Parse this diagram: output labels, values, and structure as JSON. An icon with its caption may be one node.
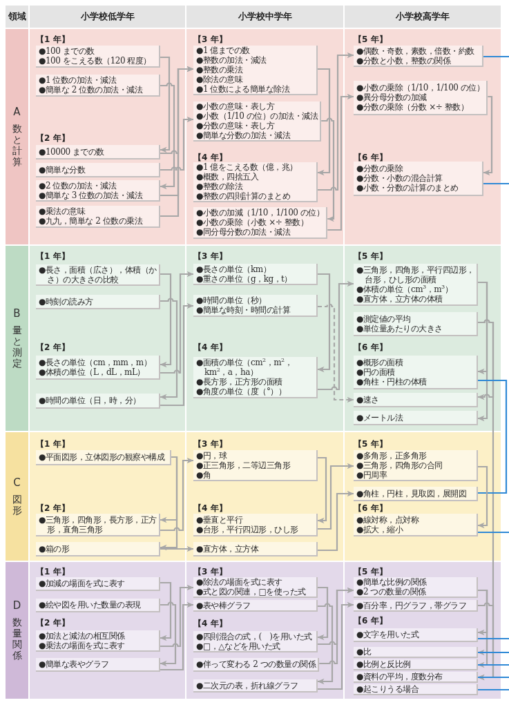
{
  "diagram": {
    "nodes": [
      {
        "text": [
          "領域"
        ]
      },
      {
        "text": [
          "小学校低学年"
        ]
      },
      {
        "text": [
          "小学校中学年"
        ]
      },
      {
        "text": [
          "小学校高学年"
        ]
      },
      {
        "text": [
          "A",
          "数と計算"
        ]
      },
      {
        "text": [
          "●100 までの数",
          "●100 をこえる数（120 程度）"
        ],
        "in": 4
      },
      {
        "text": [
          "●1 位数の加法・減法",
          "●簡単な 2 位数の加法・減法"
        ],
        "in": 4
      },
      {
        "text": [
          "●10000 までの数"
        ],
        "in": 4
      },
      {
        "text": [
          "●簡単な分数"
        ],
        "in": 4
      },
      {
        "text": [
          "●2 位数の加法・減法",
          "●簡単な 3 位数の加法・減法"
        ],
        "in": 4
      },
      {
        "text": [
          "●乗法の意味",
          "●九九，簡単な 2 位数の乗法"
        ],
        "in": 4
      },
      {
        "text": [
          "●1 億までの数",
          "●整数の加法・減法",
          "●整数の乗法",
          "●除法の意味",
          "●1 位数による簡単な除法"
        ],
        "in": 4
      },
      {
        "text": [
          "●小数の意味・表し方",
          "●小数（1/10 の位）の加法・減法",
          "●分数の意味・表し方",
          "●簡単な分数の加法・減法"
        ],
        "in": 4
      },
      {
        "text": [
          "●1 億をこえる数（億，兆）",
          "●概数，四捨五入",
          "●整数の除法",
          "●整数の四則計算のまとめ"
        ],
        "in": 4
      },
      {
        "text": [
          "●小数の加減（1/10，1/100 の位）",
          "●小数の乗除（小数 ×÷ 整数）",
          "●同分母分数の加法・減法"
        ],
        "in": 4
      },
      {
        "text": [
          "●偶数・奇数，素数，倍数・約数",
          "●分数と小数，整数の関係"
        ],
        "in": 4
      },
      {
        "text": [
          "●小数の乗除（1/10，1/100 の位）",
          "●異分母分数の加減",
          "●分数の乗除（分数 ×÷ 整数）"
        ],
        "in": 4
      },
      {
        "text": [
          "●分数の乗除",
          "●分数・小数の混合計算",
          "●小数・分数の計算のまとめ"
        ],
        "in": 4
      },
      {
        "text": [
          "B",
          "量と測定"
        ]
      },
      {
        "text": [
          "●長さ，面積（広さ），体積（かさ）の大きさの比較"
        ],
        "in": 18
      },
      {
        "text": [
          "●時刻の読み方"
        ],
        "in": 18
      },
      {
        "text": [
          "●長さの単位（cm，mm，m）",
          "●体積の単位（L，dL，mL）"
        ],
        "in": 18
      },
      {
        "text": [
          "●時間の単位（日，時，分）"
        ],
        "in": 18
      },
      {
        "text": [
          "●長さの単位（km）",
          "●重さの単位（g，kg，t）"
        ],
        "in": 18
      },
      {
        "text": [
          "●時間の単位（秒）",
          "●簡単な時刻・時間の計算"
        ],
        "in": 18
      },
      {
        "text": [
          "●面積の単位（cm$^{2}$，m$^{2}$，km$^{2}$，a，ha）",
          "●長方形，正方形の面積",
          "●角度の単位（度（°））"
        ],
        "in": 18
      },
      {
        "text": [
          "●三角形，四角形，平行四辺形，台形，ひし形の面積",
          "●体積の単位（cm$^{3}$，m$^{3}$）",
          "●直方体，立方体の体積"
        ],
        "in": 18
      },
      {
        "text": [
          "●測定値の平均",
          "●単位量あたりの大きさ"
        ],
        "in": 18
      },
      {
        "text": [
          "●概形の面積",
          "●円の面積",
          "●角柱・円柱の体積"
        ],
        "in": 18
      },
      {
        "text": [
          "●速さ"
        ],
        "in": 18
      },
      {
        "text": [
          "●メートル法"
        ],
        "in": 18
      },
      {
        "text": [
          "C",
          "図形"
        ]
      },
      {
        "text": [
          "●平面図形，立体図形の観察や構成"
        ],
        "in": 31
      },
      {
        "text": [
          "●三角形，四角形，長方形，正方形，直角三角形"
        ],
        "in": 31
      },
      {
        "text": [
          "●箱の形"
        ],
        "in": 31
      },
      {
        "text": [
          "●円，球",
          "●正三角形，二等辺三角形",
          "●角"
        ],
        "in": 31
      },
      {
        "text": [
          "●垂直と平行",
          "●台形，平行四辺形，ひし形"
        ],
        "in": 31
      },
      {
        "text": [
          "●直方体，立方体"
        ],
        "in": 31
      },
      {
        "text": [
          "●多角形，正多角形",
          "●三角形，四角形の合同",
          "●円周率"
        ],
        "in": 31
      },
      {
        "text": [
          "●角柱，円柱，見取図，展開図"
        ],
        "in": 31
      },
      {
        "text": [
          "●線対称，点対称",
          "●拡大，縮小"
        ],
        "in": 31
      },
      {
        "text": [
          "D",
          "数量関係"
        ]
      },
      {
        "text": [
          "●加減の場面を式に表す"
        ],
        "in": 41
      },
      {
        "text": [
          "●絵や図を用いた数量の表現"
        ],
        "in": 41
      },
      {
        "text": [
          "●加法と減法の相互関係",
          "●乗法の場面を式に表す"
        ],
        "in": 41
      },
      {
        "text": [
          "●簡単な表やグラフ"
        ],
        "in": 41
      },
      {
        "text": [
          "●除法の場面を式に表す",
          "●式と図の関連，□を使った式"
        ],
        "in": 41
      },
      {
        "text": [
          "●表や棒グラフ"
        ],
        "in": 41
      },
      {
        "text": [
          "●四則混合の式，(　)を用いた式",
          "●□，△などを用いた式"
        ],
        "in": 41
      },
      {
        "text": [
          "●伴って変わる 2 つの数量の関係"
        ],
        "in": 41
      },
      {
        "text": [
          "●二次元の表，折れ線グラフ"
        ],
        "in": 41
      },
      {
        "text": [
          "●簡単な比例の関係",
          "●2 つの数量の関係"
        ],
        "in": 41
      },
      {
        "text": [
          "●百分率，円グラフ，帯グラフ"
        ],
        "in": 41
      },
      {
        "text": [
          "●文字を用いた式"
        ],
        "in": 41
      },
      {
        "text": [
          "●比"
        ],
        "in": 41
      },
      {
        "text": [
          "●比例と反比例"
        ],
        "in": 41
      },
      {
        "text": [
          "●資料の平均，度数分布"
        ],
        "in": 41
      },
      {
        "text": [
          "●起こりうる場合"
        ],
        "in": 41
      }
    ],
    "edges": [
      {
        "from": 5,
        "to": 7,
        "arrow": "to"
      },
      {
        "from": 6,
        "to": 9,
        "arrow": "to"
      },
      {
        "from": 7,
        "to": 11,
        "arrow": "to"
      },
      {
        "from": 8,
        "to": 12,
        "arrow": "to"
      },
      {
        "from": 9,
        "to": 11,
        "arrow": "to"
      },
      {
        "from": 10,
        "to": 11,
        "arrow": "to"
      },
      {
        "from": 11,
        "to": 13,
        "arrow": "to"
      },
      {
        "from": 12,
        "to": 14,
        "arrow": "to"
      },
      {
        "from": 13,
        "to": 15,
        "arrow": "to"
      },
      {
        "from": 14,
        "to": 16,
        "arrow": "to"
      },
      {
        "from": 16,
        "to": 17,
        "arrow": "to"
      },
      {
        "from": 15,
        "to": null,
        "arrow": "none",
        "color": "#2f89d6"
      },
      {
        "from": 17,
        "to": null,
        "arrow": "none",
        "color": "#2f89d6"
      },
      {
        "from": 19,
        "to": 21,
        "arrow": "to"
      },
      {
        "from": 20,
        "to": 22,
        "arrow": "to"
      },
      {
        "from": 21,
        "to": 23,
        "arrow": "to"
      },
      {
        "from": 22,
        "to": 24,
        "arrow": "to"
      },
      {
        "from": 23,
        "to": 25,
        "arrow": "to"
      },
      {
        "from": 24,
        "to": 29,
        "arrow": "to",
        "style": "dashed"
      },
      {
        "from": 25,
        "to": 26,
        "arrow": "to"
      },
      {
        "from": 26,
        "to": 28,
        "arrow": "to"
      },
      {
        "from": 26,
        "to": 30,
        "arrow": "to"
      },
      {
        "from": 27,
        "to": 29,
        "arrow": "to"
      },
      {
        "from": 27,
        "to": 56,
        "arrow": "to"
      },
      {
        "from": 28,
        "to": 39,
        "arrow": "none",
        "color": "#2f89d6"
      },
      {
        "from": 32,
        "to": 33,
        "arrow": "to"
      },
      {
        "from": 32,
        "to": 34,
        "arrow": "to"
      },
      {
        "from": 33,
        "to": 35,
        "arrow": "to"
      },
      {
        "from": 34,
        "to": 37,
        "arrow": "to"
      },
      {
        "from": 35,
        "to": 36,
        "arrow": "to"
      },
      {
        "from": 36,
        "to": 38,
        "arrow": "to"
      },
      {
        "from": 37,
        "to": 39,
        "arrow": "to"
      },
      {
        "from": 38,
        "to": 40,
        "arrow": "to"
      },
      {
        "from": 40,
        "to": null,
        "arrow": "none",
        "color": "#2f89d6"
      },
      {
        "from": 42,
        "to": 44,
        "arrow": "to"
      },
      {
        "from": 43,
        "to": 45,
        "arrow": "to"
      },
      {
        "from": 44,
        "to": 46,
        "arrow": "to"
      },
      {
        "from": 45,
        "to": 47,
        "arrow": "to"
      },
      {
        "from": 46,
        "to": 48,
        "arrow": "to"
      },
      {
        "from": 47,
        "to": 50,
        "arrow": "to"
      },
      {
        "from": 48,
        "to": 51,
        "arrow": "to"
      },
      {
        "from": 49,
        "to": 51,
        "arrow": "to"
      },
      {
        "from": 50,
        "to": 52,
        "arrow": "to"
      },
      {
        "from": 51,
        "to": 53,
        "arrow": "to"
      },
      {
        "from": 51,
        "to": 54,
        "arrow": "to"
      },
      {
        "from": 51,
        "to": 55,
        "arrow": "to"
      },
      {
        "from": 52,
        "to": 56,
        "arrow": "to"
      },
      {
        "from": 53,
        "to": null,
        "arrow": "none",
        "color": "#2f89d6"
      },
      {
        "from": 54,
        "to": null,
        "arrow": "none",
        "color": "#2f89d6"
      },
      {
        "from": 55,
        "to": null,
        "arrow": "none",
        "color": "#2f89d6"
      },
      {
        "from": 56,
        "to": null,
        "arrow": "none",
        "color": "#2f89d6"
      },
      {
        "from": 57,
        "to": null,
        "arrow": "none",
        "color": "#2f89d6"
      }
    ],
    "labels": [
      "【1 年】",
      "【3 年】",
      "【5 年】",
      "【2 年】",
      "【4 年】",
      "【6 年】",
      "【1 年】",
      "【3 年】",
      "【5 年】",
      "【2 年】",
      "【4 年】",
      "【6 年】",
      "【1 年】",
      "【3 年】",
      "【5 年】",
      "【2 年】",
      "【4 年】",
      "【6 年】",
      "【1 年】",
      "【3 年】",
      "【5 年】",
      "【2 年】",
      "【4 年】",
      "【6 年】"
    ]
  }
}
